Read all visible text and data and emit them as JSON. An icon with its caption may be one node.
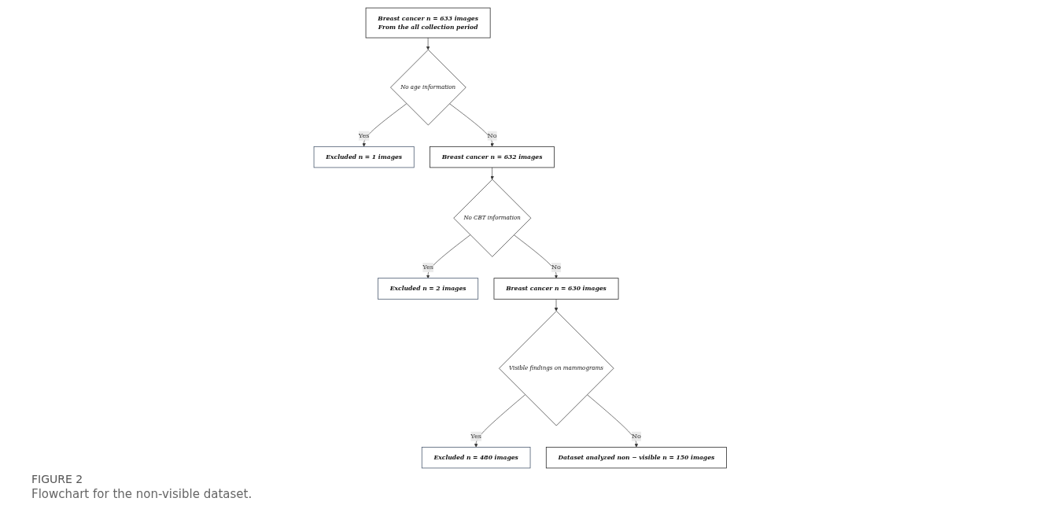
{
  "diagram": {
    "caption": "Flowchart for the non-visible dataset.",
    "nodes": [
      {
        "text": [
          "Breast cancer n = 633 images",
          "From the all collection period"
        ]
      },
      {
        "text": [
          "No age information"
        ]
      },
      {
        "text": [
          "Excluded n = 1 images"
        ]
      },
      {
        "text": [
          "Breast cancer n = 632 images"
        ]
      },
      {
        "text": [
          "No CBT information"
        ]
      },
      {
        "text": [
          "Excluded n = 2 images"
        ]
      },
      {
        "text": [
          "Breast cancer n = 630 images"
        ]
      },
      {
        "text": [
          "Visible findings on mammograms"
        ]
      },
      {
        "text": [
          "Excluded n = 480 images"
        ]
      },
      {
        "text": [
          "Dataset analyzed non − visible n = 150 images"
        ]
      }
    ],
    "edges": [
      {
        "from": 0,
        "to": 1,
        "arrow": "to"
      },
      {
        "from": 1,
        "to": 2,
        "arrow": "to",
        "label": "Yes"
      },
      {
        "from": 1,
        "to": 3,
        "arrow": "to",
        "label": "No"
      },
      {
        "from": 3,
        "to": 4,
        "arrow": "to"
      },
      {
        "from": 4,
        "to": 5,
        "arrow": "to",
        "label": "Yes"
      },
      {
        "from": 4,
        "to": 6,
        "arrow": "to",
        "label": "No"
      },
      {
        "from": 6,
        "to": 7,
        "arrow": "to"
      },
      {
        "from": 7,
        "to": 8,
        "arrow": "to",
        "label": "Yes"
      },
      {
        "from": 7,
        "to": 9,
        "arrow": "to",
        "label": "No"
      }
    ],
    "labels": [
      "FIGURE 2"
    ]
  }
}
